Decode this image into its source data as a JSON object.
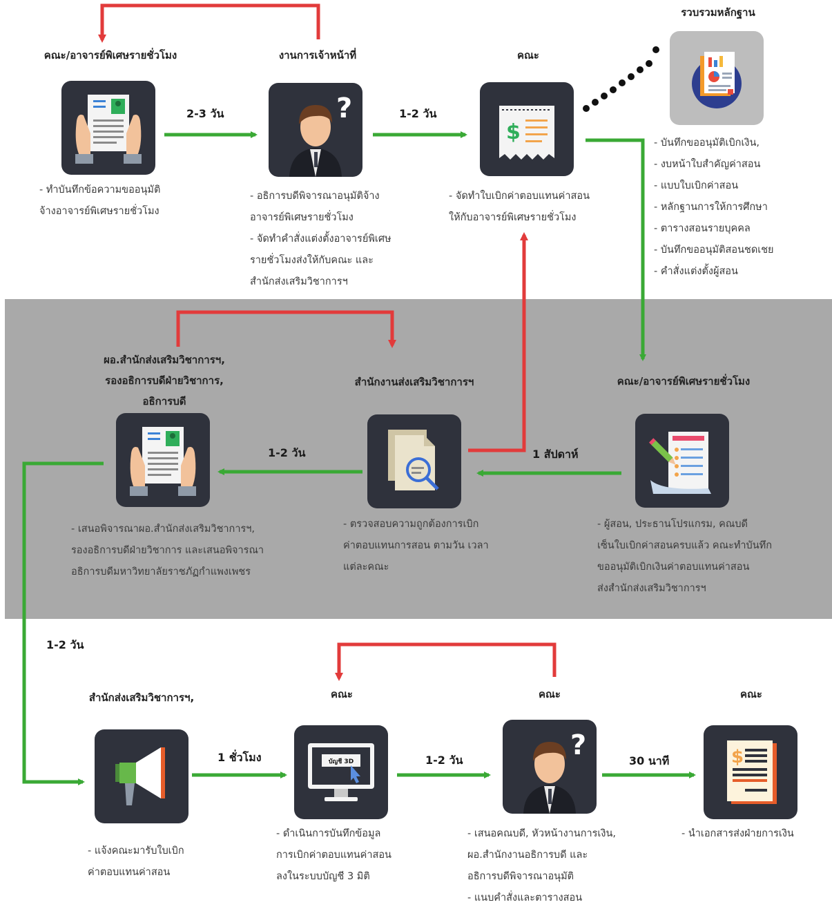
{
  "colors": {
    "tile_bg": "#2f323c",
    "band_bg": "#a9a9a9",
    "arrow_green": "#3aa935",
    "arrow_red": "#e23b3b",
    "evidence_tile_bg": "#bdbdbd"
  },
  "evidence": {
    "title": "รวบรวมหลักฐาน",
    "icon": "report-documents-icon",
    "items": [
      "- บันทึกขออนุมัติเบิกเงิน,",
      "- งบหน้าใบสำคัญค่าสอน",
      "- แบบใบเบิกค่าสอน",
      "- หลักฐานการให้การศึกษา",
      "- ตารางสอนรายบุคคล",
      "- บันทึกขออนุมัติสอนชดเชย",
      "- คำสั่งแต่งตั้งผู้สอน"
    ]
  },
  "steps": [
    {
      "id": "s1",
      "icon": "memo-document-icon",
      "title": [
        "คณะ/อาจารย์พิเศษรายชั่วโมง"
      ],
      "desc": [
        "- ทำบันทึกข้อความขออนุมัติ",
        "จ้างอาจารย์พิเศษรายชั่วโมง"
      ]
    },
    {
      "id": "s2",
      "icon": "officer-question-icon",
      "title": [
        "งานการเจ้าหน้าที่"
      ],
      "desc": [
        "- อธิการบดีพิจารณาอนุมัติจ้าง",
        "อาจารย์พิเศษรายชั่วโมง",
        "- จัดทำคำสั่งแต่งตั้งอาจารย์พิเศษ",
        "รายชั่วโมงส่งให้กับคณะ และ",
        "สำนักส่งเสริมวิชาการฯ"
      ]
    },
    {
      "id": "s3",
      "icon": "receipt-dollar-icon",
      "title": [
        "คณะ"
      ],
      "desc": [
        "- จัดทำใบเบิกค่าตอบแทนค่าสอน",
        "ให้กับอาจารย์พิเศษรายชั่วโมง"
      ]
    },
    {
      "id": "s4",
      "icon": "checklist-pencil-icon",
      "title": [
        "คณะ/อาจารย์พิเศษรายชั่วโมง"
      ],
      "desc": [
        "- ผู้สอน, ประธานโปรแกรม, คณบดี",
        "เซ็นใบเบิกค่าสอนครบแล้ว คณะทำบันทึก",
        "ขออนุมัติเบิกเงินค่าตอบแทนค่าสอน",
        "ส่งสำนักส่งเสริมวิชาการฯ"
      ]
    },
    {
      "id": "s5",
      "icon": "document-search-icon",
      "title": [
        "สำนักงานส่งเสริมวิชาการฯ"
      ],
      "desc": [
        "- ตรวจสอบความถูกต้องการเบิก",
        "ค่าตอบแทนการสอน ตามวัน เวลา",
        "แต่ละคณะ"
      ]
    },
    {
      "id": "s6",
      "icon": "memo-document-icon",
      "title": [
        "ผอ.สำนักส่งเสริมวิชาการฯ,",
        "รองอธิการบดีฝ่ายวิชาการ,",
        "อธิการบดี"
      ],
      "desc": [
        "- เสนอพิจารณาผอ.สำนักส่งเสริมวิชาการฯ,",
        "รองอธิการบดีฝ่ายวิชาการ และเสนอพิจารณา",
        "อธิการบดีมหาวิทยาลัยราชภัฏกำแพงเพชร"
      ]
    },
    {
      "id": "s7",
      "icon": "megaphone-icon",
      "title": [
        "สำนักส่งเสริมวิชาการฯ,"
      ],
      "desc": [
        "- แจ้งคณะมารับใบเบิก",
        "ค่าตอบแทนค่าสอน"
      ]
    },
    {
      "id": "s8",
      "icon": "monitor-account-icon",
      "screen_text": "บัญชี 3D",
      "title": [
        "คณะ"
      ],
      "desc": [
        "- ดำเนินการบันทึกข้อมูล",
        "การเบิกค่าตอบแทนค่าสอน",
        "ลงในระบบบัญชี 3 มิติ"
      ]
    },
    {
      "id": "s9",
      "icon": "officer-question-icon",
      "title": [
        "คณะ"
      ],
      "desc": [
        "- เสนอคณบดี, หัวหน้างานการเงิน,",
        "ผอ.สำนักงานอธิการบดี และ",
        "อธิการบดีพิจารณาอนุมัติ",
        "- แนบคำสั่งและตารางสอน"
      ]
    },
    {
      "id": "s10",
      "icon": "invoice-dollar-icon",
      "title": [
        "คณะ"
      ],
      "desc": [
        "- นำเอกสารส่งฝ่ายการเงิน"
      ]
    }
  ],
  "durations": [
    {
      "id": "d1",
      "text": "2-3 วัน"
    },
    {
      "id": "d2",
      "text": "1-2 วัน"
    },
    {
      "id": "d3",
      "text": "1 สัปดาห์"
    },
    {
      "id": "d4",
      "text": "1-2 วัน"
    },
    {
      "id": "d5",
      "text": "1-2 วัน"
    },
    {
      "id": "d6",
      "text": "1 ชั่วโมง"
    },
    {
      "id": "d7",
      "text": "1-2 วัน"
    },
    {
      "id": "d8",
      "text": "30 นาที"
    }
  ]
}
